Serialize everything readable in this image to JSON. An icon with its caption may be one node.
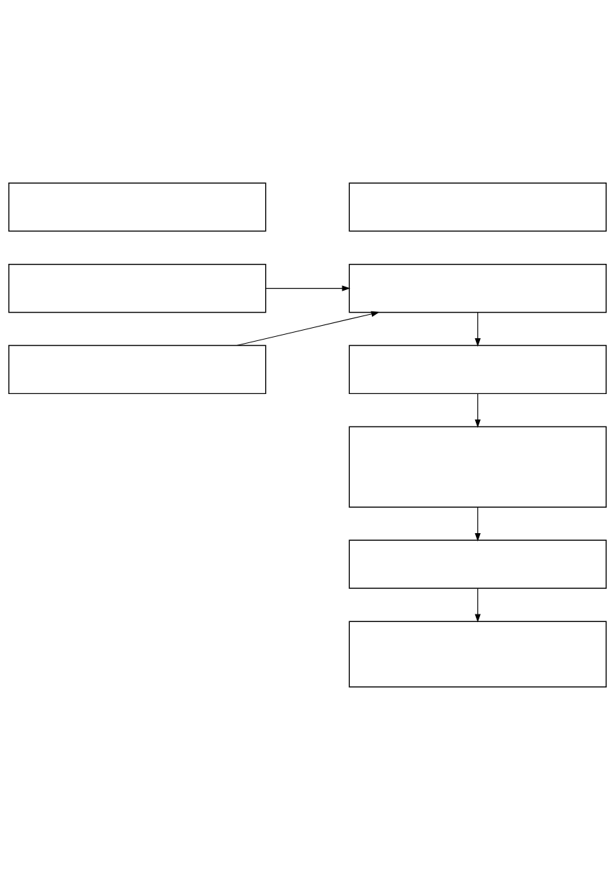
{
  "diagram": {
    "nodes": [
      {
        "text": [],
        "shape": "box"
      },
      {
        "text": [],
        "shape": "box"
      },
      {
        "text": [],
        "shape": "box"
      },
      {
        "text": [],
        "shape": "box"
      },
      {
        "text": [],
        "shape": "box"
      },
      {
        "text": [],
        "shape": "box"
      },
      {
        "text": [],
        "shape": "box"
      },
      {
        "text": [],
        "shape": "box"
      },
      {
        "text": [],
        "shape": "box"
      }
    ],
    "edges": [
      {
        "from": 2,
        "to": 3,
        "arrow": "to"
      },
      {
        "from": 4,
        "to": 3,
        "arrow": "to"
      },
      {
        "from": 3,
        "to": 5,
        "arrow": "to"
      },
      {
        "from": 5,
        "to": 6,
        "arrow": "to"
      },
      {
        "from": 6,
        "to": 7,
        "arrow": "to"
      },
      {
        "from": 7,
        "to": 8,
        "arrow": "to"
      }
    ]
  }
}
